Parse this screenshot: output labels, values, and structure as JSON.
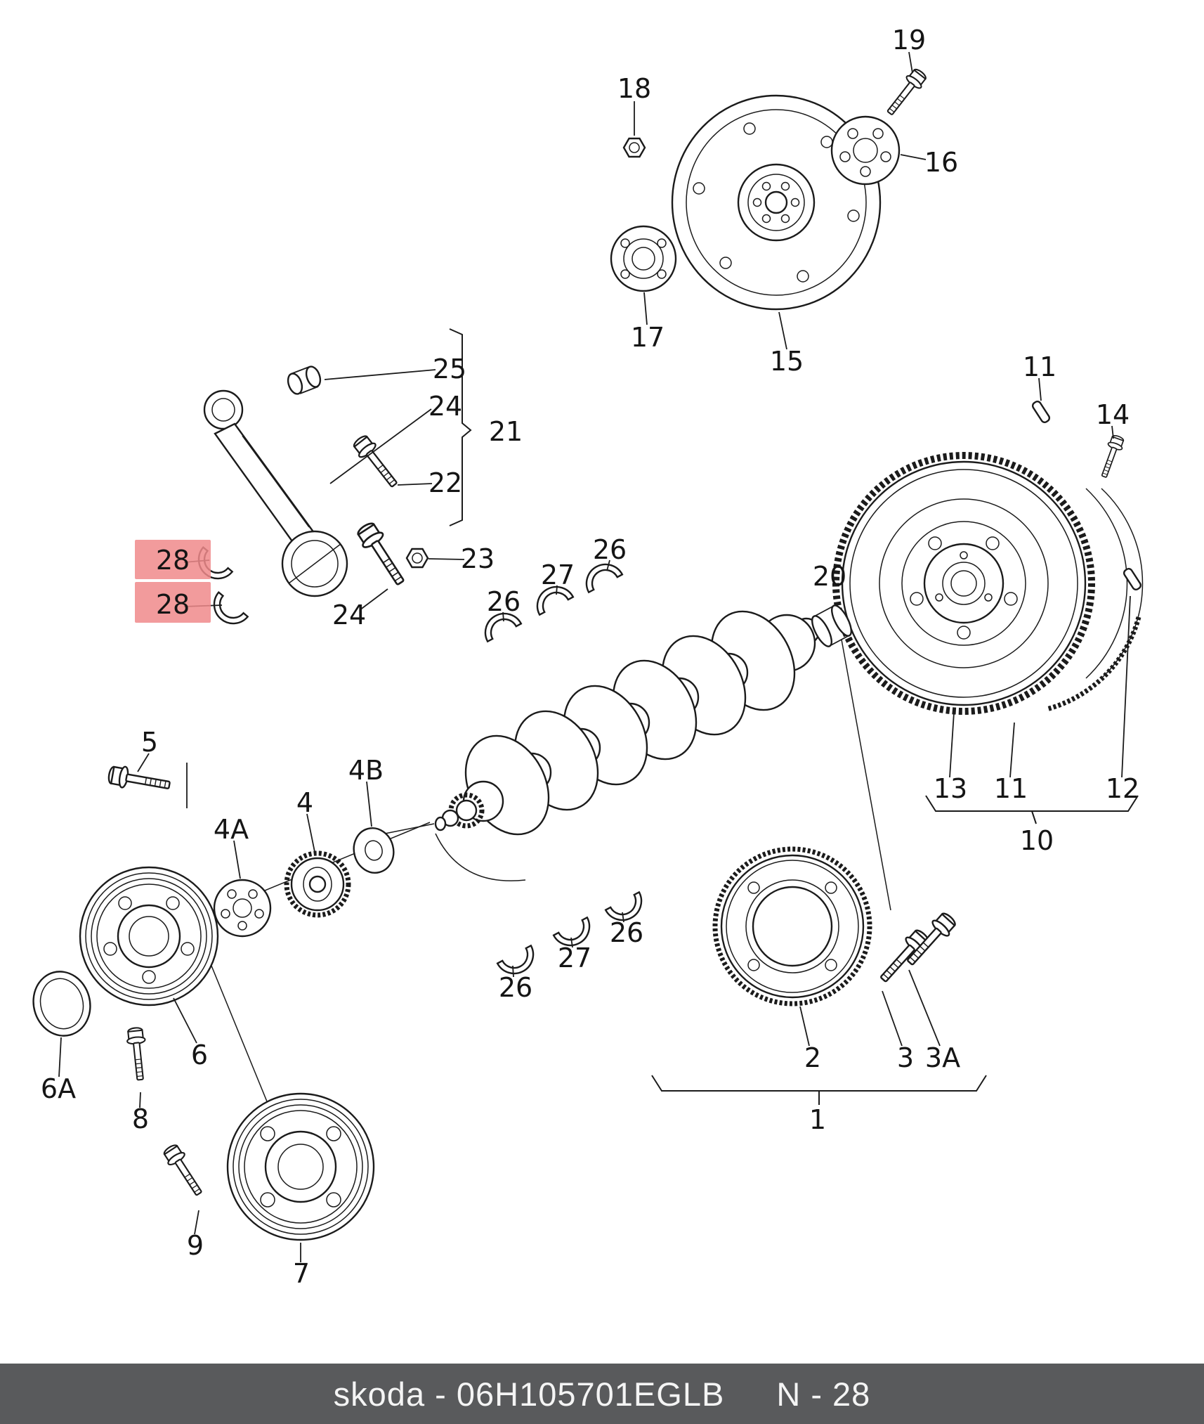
{
  "footer": {
    "brand_code_text": "skoda - 06H105701EGLB",
    "page_ref": "N - 28",
    "bar_color": "#595a5c",
    "text_color": "#f4f4f4"
  },
  "highlight": {
    "color": "#f0898b",
    "note": "part 28 bearing-shell callouts are highlighted"
  },
  "diagram": {
    "stroke_color": "#1b1b1b",
    "background": "#ffffff",
    "subject": "crankshaft, flywheel, pulleys and bearing shells exploded parts diagram"
  },
  "labels": [
    {
      "id": "19",
      "text": "19"
    },
    {
      "id": "18",
      "text": "18"
    },
    {
      "id": "16",
      "text": "16"
    },
    {
      "id": "17",
      "text": "17"
    },
    {
      "id": "15",
      "text": "15"
    },
    {
      "id": "25",
      "text": "25"
    },
    {
      "id": "24",
      "text": "24"
    },
    {
      "id": "21",
      "text": "21"
    },
    {
      "id": "22",
      "text": "22"
    },
    {
      "id": "23",
      "text": "23"
    },
    {
      "id": "28",
      "text": "28"
    },
    {
      "id": "28",
      "text": "28"
    },
    {
      "id": "24",
      "text": "24"
    },
    {
      "id": "26",
      "text": "26"
    },
    {
      "id": "27",
      "text": "27"
    },
    {
      "id": "26",
      "text": "26"
    },
    {
      "id": "20",
      "text": "20"
    },
    {
      "id": "11",
      "text": "11"
    },
    {
      "id": "14",
      "text": "14"
    },
    {
      "id": "13",
      "text": "13"
    },
    {
      "id": "11",
      "text": "11"
    },
    {
      "id": "12",
      "text": "12"
    },
    {
      "id": "10",
      "text": "10"
    },
    {
      "id": "5",
      "text": "5"
    },
    {
      "id": "4A",
      "text": "4A"
    },
    {
      "id": "4",
      "text": "4"
    },
    {
      "id": "4B",
      "text": "4B"
    },
    {
      "id": "26",
      "text": "26"
    },
    {
      "id": "27",
      "text": "27"
    },
    {
      "id": "26",
      "text": "26"
    },
    {
      "id": "2",
      "text": "2"
    },
    {
      "id": "3",
      "text": "3"
    },
    {
      "id": "3A",
      "text": "3A"
    },
    {
      "id": "1",
      "text": "1"
    },
    {
      "id": "6",
      "text": "6"
    },
    {
      "id": "6A",
      "text": "6A"
    },
    {
      "id": "8",
      "text": "8"
    },
    {
      "id": "9",
      "text": "9"
    },
    {
      "id": "7",
      "text": "7"
    }
  ]
}
